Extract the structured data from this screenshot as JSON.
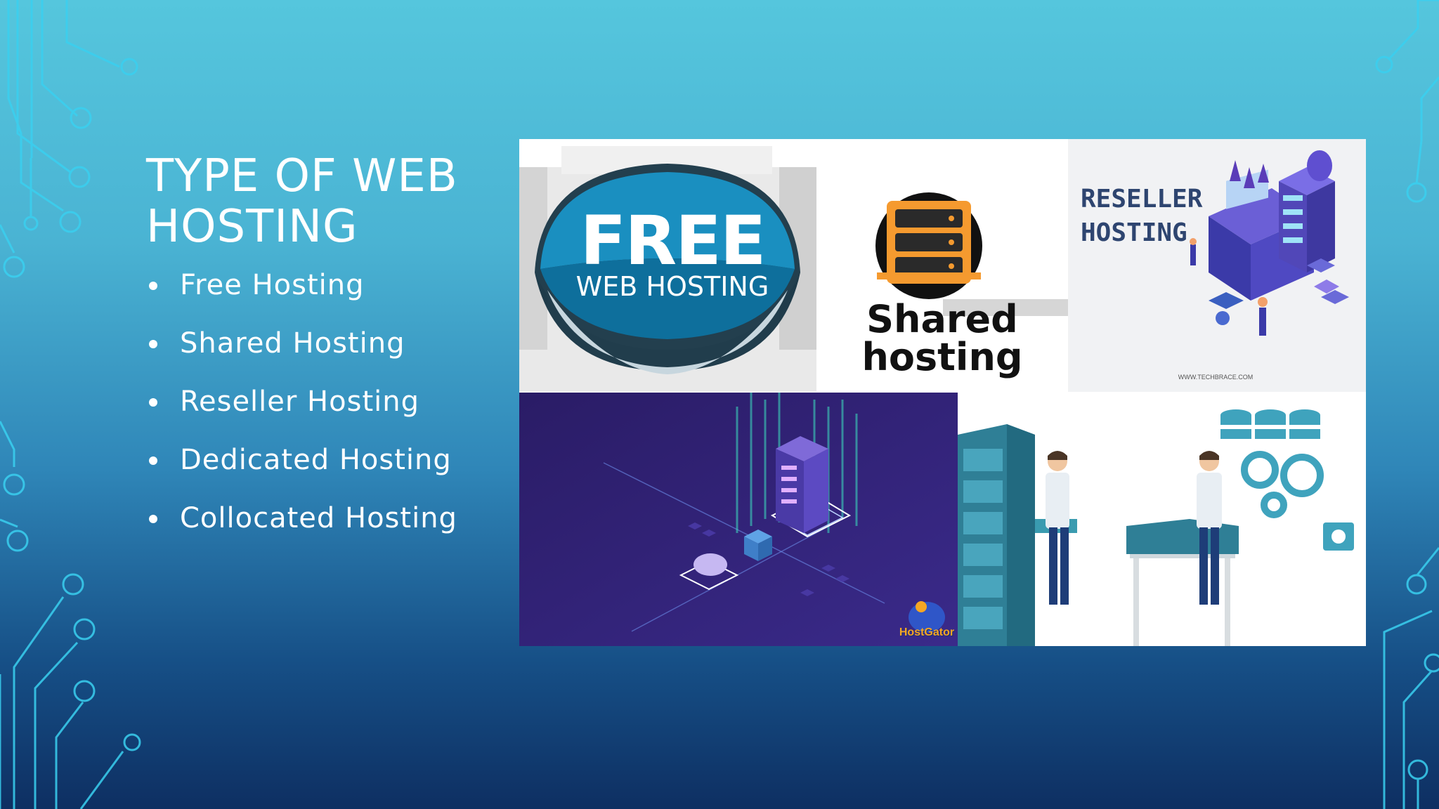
{
  "slide": {
    "title": "TYPE OF WEB HOSTING",
    "bullets": [
      "Free Hosting",
      "Shared Hosting",
      "Reseller Hosting",
      "Dedicated Hosting",
      "Collocated Hosting"
    ]
  },
  "collage": {
    "free": {
      "word": "FREE",
      "sub": "WEB HOSTING"
    },
    "shared": {
      "line1": "Shared",
      "line2": "hosting"
    },
    "reseller": {
      "line1": "RESELLER",
      "line2": "HOSTING",
      "url": "WWW.TECHBRACE.COM"
    },
    "dedicated": {
      "logo_text": "HostGator"
    }
  },
  "colors": {
    "bg_top": "#55c6dd",
    "bg_bottom": "#0e2f62",
    "free_dome": "#1a8fc0",
    "shared_icon": "#f59a2f",
    "dedicated_bg": "#2d1f6d",
    "server_teal": "#3a9bb0"
  }
}
